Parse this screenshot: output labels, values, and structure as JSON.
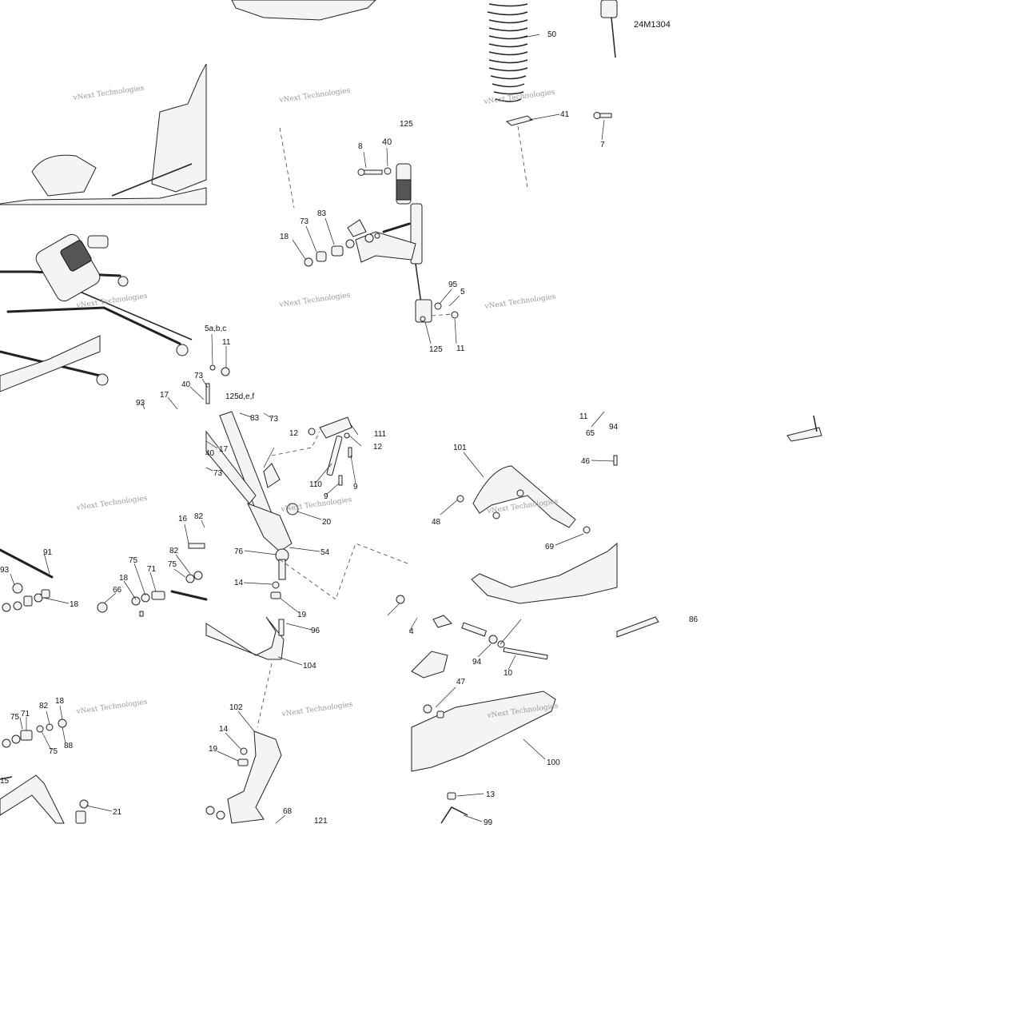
{
  "diagram": {
    "ref_code": "24M1304",
    "watermark": "vNext Technologies",
    "callouts": [
      "125",
      "8",
      "40",
      "50",
      "41",
      "7",
      "73",
      "83",
      "18",
      "95",
      "5",
      "11",
      "125",
      "5a,b,c",
      "11",
      "73",
      "40",
      "125d,e,f",
      "93",
      "17",
      "83",
      "73",
      "12",
      "111",
      "12",
      "9",
      "110",
      "9",
      "17",
      "40",
      "73",
      "20",
      "54",
      "76",
      "14",
      "19",
      "96",
      "104",
      "16",
      "82",
      "91",
      "93",
      "75",
      "71",
      "82",
      "75",
      "18",
      "66",
      "18",
      "65",
      "94",
      "11",
      "46",
      "101",
      "48",
      "69",
      "86",
      "94",
      "10",
      "47",
      "100",
      "13",
      "99",
      "102",
      "14",
      "19",
      "68",
      "121",
      "75",
      "71",
      "82",
      "18",
      "75",
      "88",
      "15",
      "21",
      "4"
    ]
  }
}
